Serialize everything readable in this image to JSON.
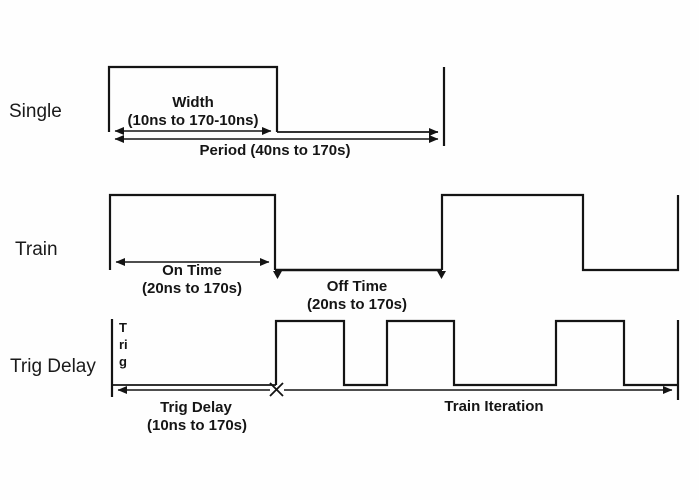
{
  "diagram": {
    "kind": "pulse-timing-diagram",
    "colors": {
      "line": "#141414",
      "background": "#fefefe",
      "text": "#151515"
    },
    "rows": {
      "single": {
        "label": "Single",
        "width_line1": "Width",
        "width_line2": "(10ns to 170-10ns)",
        "period_label": "Period (40ns to 170s)"
      },
      "train": {
        "label": "Train",
        "on_time_line1": "On Time",
        "on_time_line2": "(20ns to 170s)",
        "off_time_line1": "Off Time",
        "off_time_line2": "(20ns to 170s)"
      },
      "trig_delay": {
        "label": "Trig Delay",
        "trig_marker": "Trig",
        "dim_line1": "Trig Delay",
        "dim_line2": "(10ns to 170s)",
        "train_iteration_label": "Train Iteration"
      }
    }
  }
}
